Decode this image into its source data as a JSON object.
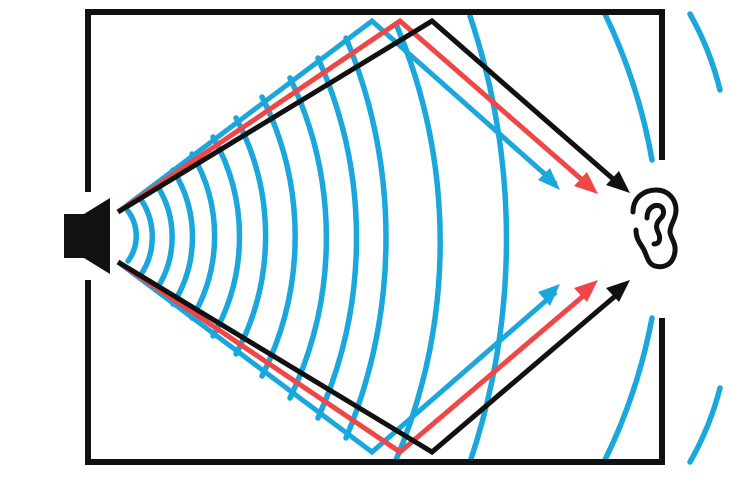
{
  "diagram": {
    "subject": "sound-reflection-in-room",
    "colors": {
      "waves": "#1ba6dc",
      "ray_blue": "#1ba6dc",
      "ray_red": "#ef4747",
      "ray_black": "#111111",
      "room_wall": "#111111",
      "background": "#ffffff"
    },
    "elements": {
      "speaker": "speaker-icon",
      "listener": "ear-icon",
      "room": "room-walls",
      "wavefronts": "sound-wavefronts",
      "reflected_rays": [
        "ray-blue",
        "ray-red",
        "ray-black"
      ]
    }
  }
}
